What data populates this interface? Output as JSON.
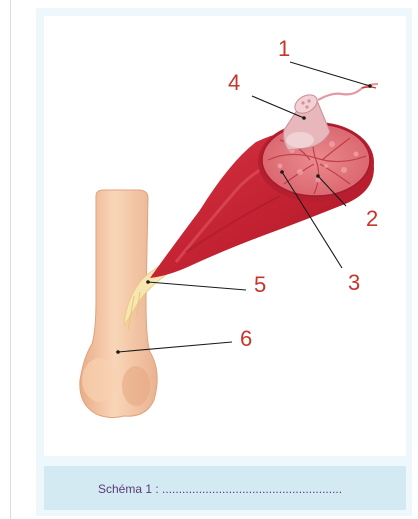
{
  "diagram": {
    "labels": [
      "1",
      "2",
      "3",
      "4",
      "5",
      "6"
    ],
    "colors": {
      "muscle": "#c8283a",
      "muscle_dark": "#8e1524",
      "fascicle": "#e47a82",
      "nerve": "#f0b0b8",
      "bone": "#f6c9a5",
      "bone_shade": "#e6a985",
      "tendon": "#f7e2a6",
      "label": "#c8352a",
      "leader": "#1a1a1a"
    }
  },
  "caption": {
    "label": "Schéma 1 :",
    "blank": "......................................................"
  }
}
